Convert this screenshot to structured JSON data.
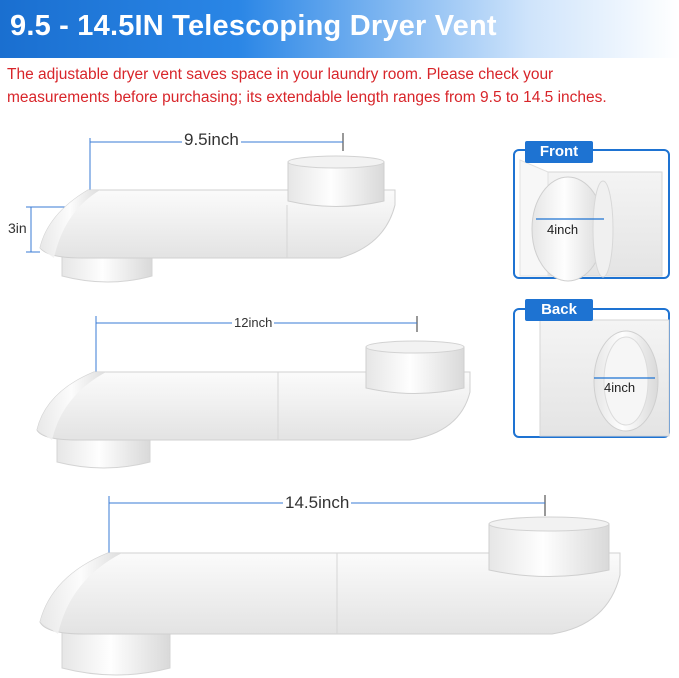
{
  "header": {
    "title": "9.5 - 14.5IN Telescoping Dryer Vent",
    "accent_color": "#1e73d2",
    "text_color": "#d8252a"
  },
  "description": {
    "line1": "The adjustable dryer vent saves space in your laundry room. Please check your",
    "line2": "measurements before purchasing; its extendable length ranges from 9.5 to 14.5 inches."
  },
  "vents": [
    {
      "length_label": "9.5inch",
      "height_label": "3in"
    },
    {
      "length_label": "12inch"
    },
    {
      "length_label": "14.5inch"
    }
  ],
  "detail_views": [
    {
      "tag": "Front",
      "diameter_label": "4inch"
    },
    {
      "tag": "Back",
      "diameter_label": "4inch"
    }
  ]
}
